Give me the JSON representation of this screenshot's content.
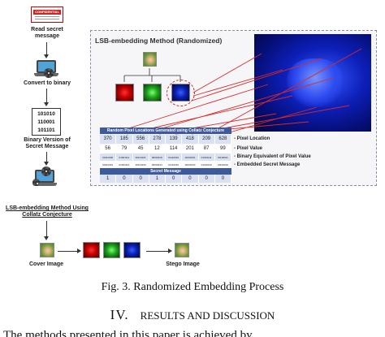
{
  "figure": {
    "stamp_text": "CONFIDENTIAL",
    "steps": {
      "read": "Read secret message",
      "convert": "Convert to binary",
      "binary_version": "Binary Version of Secret Message",
      "lsb_method": "LSB-embedding Method Using Collatz Conjecture",
      "cover": "Cover Image",
      "stego": "Stego Image"
    },
    "binary_rows": [
      "101010",
      "110001",
      "101101"
    ],
    "panel_title": "LSB-embedding Method (Randomized)",
    "table": {
      "header": "Random Pixel Locations Generated using Collatz Conjecture",
      "pixel_locations": [
        "370",
        "185",
        "556",
        "278",
        "139",
        "418",
        "209",
        "628"
      ],
      "pixel_values": [
        "56",
        "79",
        "45",
        "12",
        "114",
        "201",
        "87",
        "99"
      ],
      "binary_values": [
        "00111000",
        "01001111",
        "00101101",
        "00001100",
        "01110010",
        "11001001",
        "01010111",
        "01100011"
      ],
      "embedded": [
        "00111001",
        "01001110",
        "00101100",
        "00001101",
        "01110010",
        "11001000",
        "01010110",
        "01100010"
      ],
      "secret_header": "Secret Message",
      "secret_bits": [
        "1",
        "0",
        "0",
        "1",
        "0",
        "0",
        "0",
        "0"
      ]
    },
    "row_labels": {
      "location": "- Pixel Location",
      "value": "- Pixel Value",
      "binary": "- Binary  Equivalent of Pixel Value",
      "embedded": "- Embedded Secret Message"
    }
  },
  "caption": "Fig. 3. Randomized Embedding Process",
  "section": {
    "number": "IV.",
    "title": "RESULTS AND DISCUSSION"
  },
  "paragraph": "The methods presented in this paper is achieved by"
}
